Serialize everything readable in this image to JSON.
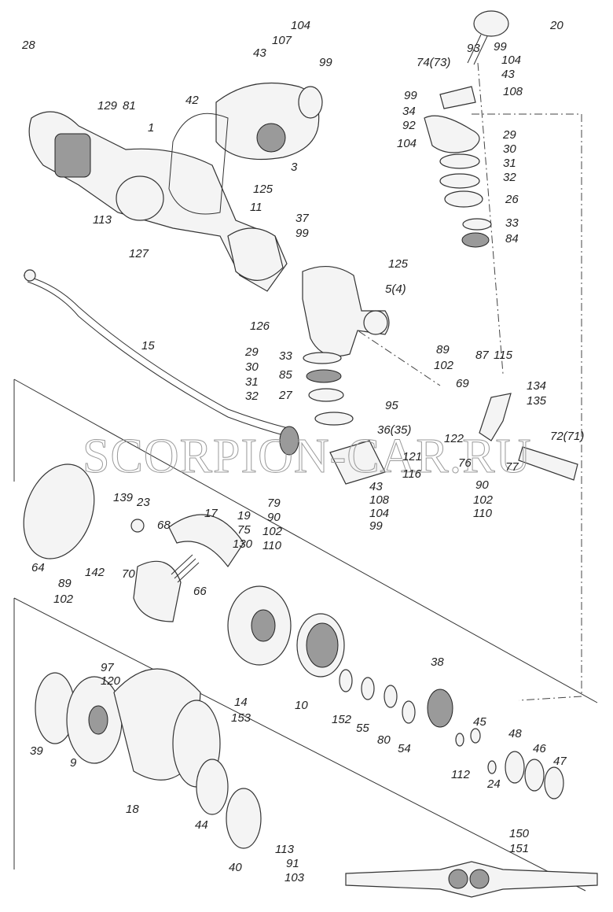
{
  "diagram": {
    "watermark": "SCORPION-CAR.RU",
    "labels": [
      "28",
      "104",
      "107",
      "43",
      "99",
      "20",
      "93",
      "74(73)",
      "99",
      "104",
      "43",
      "108",
      "99",
      "129",
      "81",
      "42",
      "1",
      "34",
      "92",
      "104",
      "3",
      "29",
      "30",
      "31",
      "32",
      "26",
      "125",
      "11",
      "33",
      "84",
      "113",
      "37",
      "99",
      "127",
      "125",
      "5(4)",
      "126",
      "15",
      "29",
      "30",
      "31",
      "32",
      "33",
      "85",
      "27",
      "95",
      "89",
      "102",
      "87",
      "115",
      "69",
      "134",
      "135",
      "36(35)",
      "122",
      "72(71)",
      "121",
      "116",
      "76",
      "77",
      "90",
      "102",
      "110",
      "43",
      "108",
      "104",
      "99",
      "139",
      "23",
      "68",
      "17",
      "19",
      "75",
      "130",
      "79",
      "90",
      "102",
      "110",
      "64",
      "89",
      "102",
      "142",
      "70",
      "66",
      "14",
      "153",
      "97",
      "120",
      "10",
      "152",
      "55",
      "80",
      "54",
      "38",
      "45",
      "48",
      "46",
      "47",
      "112",
      "24",
      "39",
      "9",
      "18",
      "44",
      "113",
      "91",
      "103",
      "40",
      "150",
      "151"
    ]
  }
}
